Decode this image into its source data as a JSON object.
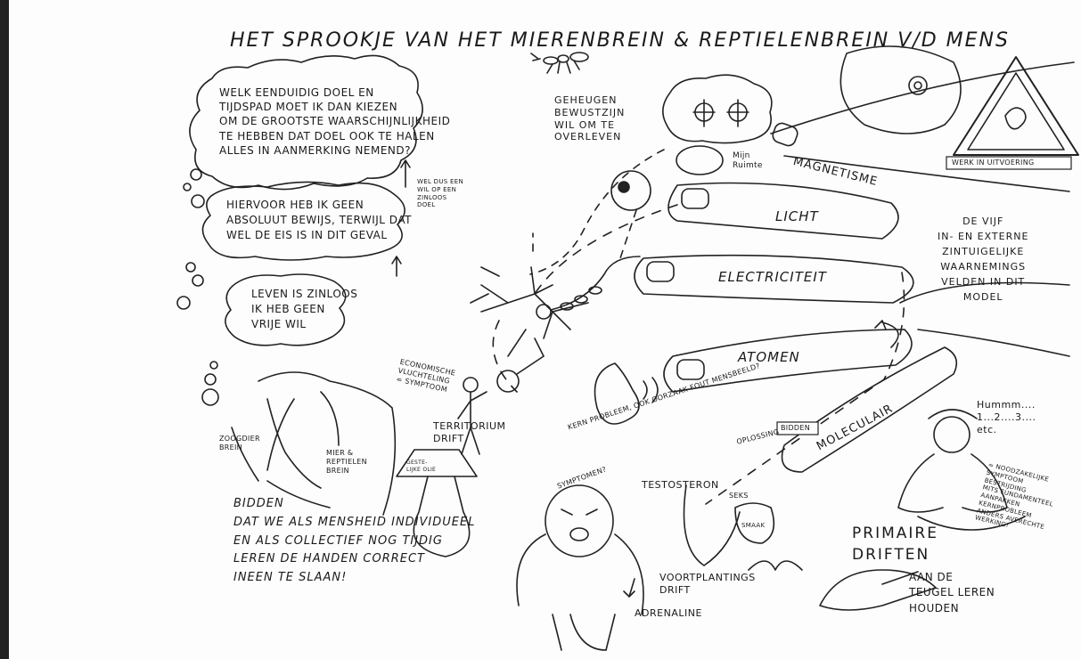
{
  "title": "HET SPROOKJE VAN HET MIERENBREIN & REPTIELENBREIN v/d MENS",
  "bubbles": {
    "question": "WELK EENDUIDIG DOEL EN\nTIJDSPAD MOET IK DAN KIEZEN\nOM DE GROOTSTE WAARSCHIJNLIJKHEID\nTE HEBBEN DAT DOEL OOK TE HALEN\nALLES IN AANMERKING NEMEND?",
    "proof": "HIERVOOR HEB IK GEEN\nABSOLUUT BEWIJS, TERWIJL DAT\nWEL DE EIS IS in dit geval",
    "life": "LEVEN IS ZINLOOS\nIK HEB GEEN\nVRIJE WIL",
    "side_note": "WEL DUS EEN\nWIL OP EEN\nZINLOOS\nDOEL"
  },
  "memory": {
    "text": "GEHEUGEN\nBEWUSTZIJN\nWIL OM TE\nOVERLEVEN",
    "space": "Mijn\nRuimte"
  },
  "fingers": {
    "magnetism": "MAGNETISME",
    "light": "LICHT",
    "electricity": "ELECTRICITEIT",
    "atoms": "ATOMEN",
    "molecular": "MOLECULAIR"
  },
  "warning_sign": {
    "label": "WERK IN UITVOERING"
  },
  "senses_text": "DE VIJF\nIN- EN EXTERNE\nZINTUIGELIJKE\nWAARNEMINGS\nVELDEN IN DIT\nMODEL",
  "economic": "ECONOMISCHE\nVLUCHTELING\n= SYMPTOOM",
  "territory": "TERRITORIUM\nDRIFT",
  "lamp_label": "GESTE-\nLIJKE OLIE",
  "core_problem": "KERN PROBLEEM, OOK OORZAAK FOUT MENSBEELD?",
  "symptoms": "SYMPTOMEN?",
  "solution": {
    "text": "OPLOSSING",
    "box": "BIDDEN"
  },
  "testosterone": "TESTOSTERON",
  "sex": "SEKS",
  "taste": "SMAAK",
  "reproduction": "VOORTPLANTINGS\nDRIFT",
  "adrenaline": "ADRENALINE",
  "hands": {
    "mammal": "ZOOGDIER\nBREIN",
    "ant": "MIER &\nREPTIELEN\nBREIN"
  },
  "prayer": "BIDDEN\nDAT WE ALS MENSHEID INDIVIDUEEL\nEN ALS COLLECTIEF NOG TIJDIG\nLEREN DE HANDEN CORRECT\nINEEN TE SLAAN!",
  "meditation": {
    "hum": "Hummm....\n1...2....3....\netc.",
    "note": "= NOODZAKELIJKE\nSYMPTOOM\nBESTRIJDING\nMITS FUNDAMENTEEL\nAANPAKKEN\nKERNPROBLEEM\nANDERS AVERECHTE\nWERKING!"
  },
  "primary": "PRIMAIRE\nDRIFTEN",
  "rein": "AAN DE\nTEUGEL LEREN\nHOUDEN"
}
